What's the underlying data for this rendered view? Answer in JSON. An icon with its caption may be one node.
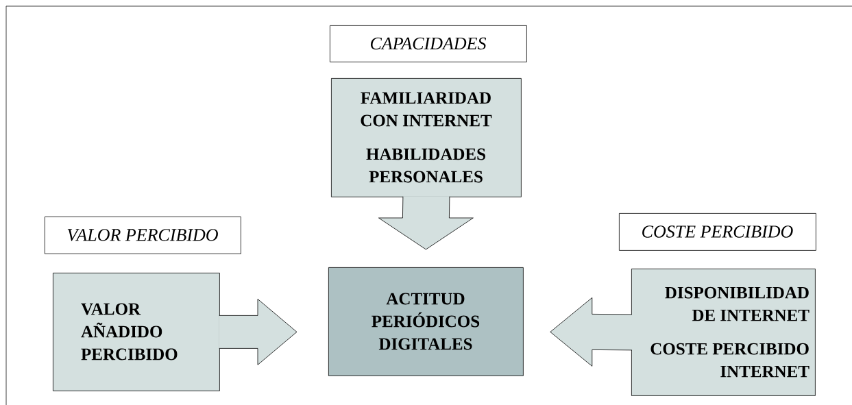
{
  "diagram": {
    "nodes": [
      {
        "text": [
          "CAPACIDADES"
        ]
      },
      {
        "text": [
          "FAMILIARIDAD CON INTERNET",
          "HABILIDADES PERSONALES"
        ]
      },
      {
        "text": [
          "VALOR PERCIBIDO"
        ]
      },
      {
        "text": [
          "VALOR AÑADIDO PERCIBIDO"
        ]
      },
      {
        "text": [
          "ACTITUD PERIÓDICOS DIGITALES"
        ]
      },
      {
        "text": [
          "COSTE PERCIBIDO"
        ]
      },
      {
        "text": [
          "DISPONIBILIDAD DE INTERNET",
          "COSTE PERCIBIDO INTERNET"
        ]
      }
    ],
    "edges": [
      {
        "from": 1,
        "to": 4,
        "arrow": "to"
      },
      {
        "from": 3,
        "to": 4,
        "arrow": "to"
      },
      {
        "from": 6,
        "to": 4,
        "arrow": "to"
      }
    ]
  }
}
